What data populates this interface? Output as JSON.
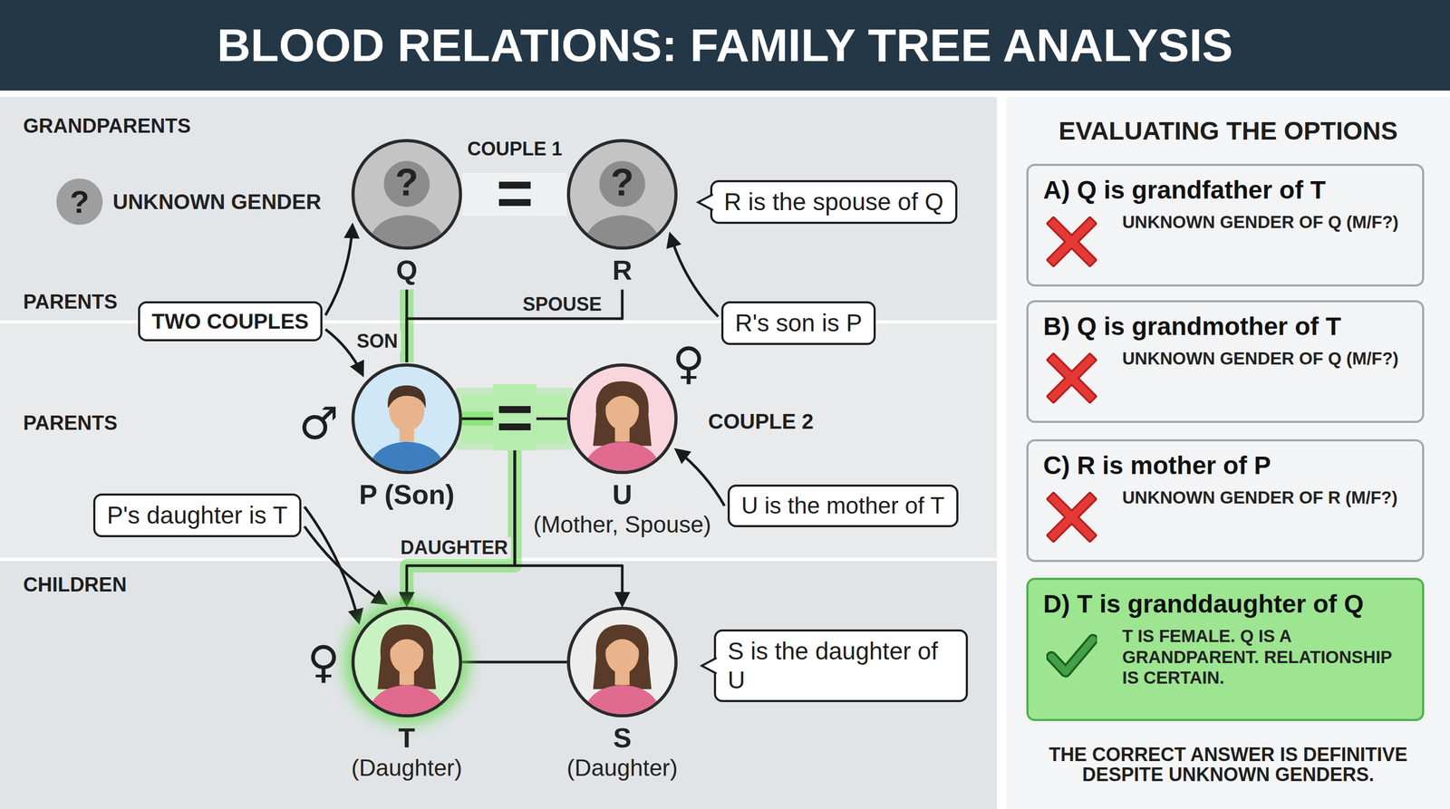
{
  "diagram": {
    "title": "BLOOD RELATIONS: FAMILY TREE ANALYSIS",
    "nodes": [
      {
        "text": [
          "?",
          "Q"
        ]
      },
      {
        "text": [
          "?",
          "R"
        ]
      },
      {
        "text": [
          "R is the spouse of Q"
        ]
      },
      {
        "text": [
          "TWO COUPLES"
        ]
      },
      {
        "text": [
          "R's son is P"
        ]
      },
      {
        "text": [
          "P (Son)"
        ]
      },
      {
        "text": [
          "U",
          "(Mother, Spouse)"
        ]
      },
      {
        "text": [
          "P's daughter is T"
        ]
      },
      {
        "text": [
          "U is the mother of T"
        ]
      },
      {
        "text": [
          "T",
          "(Daughter)"
        ]
      },
      {
        "text": [
          "S",
          "(Daughter)"
        ]
      },
      {
        "text": [
          "S is the daughter of U"
        ]
      },
      {
        "text": [
          "A) Q is grandfather of T",
          "UNKNOWN GENDER OF Q (M/F?)"
        ]
      },
      {
        "text": [
          "B) Q is grandmother of T",
          "UNKNOWN GENDER OF Q (M/F?)"
        ]
      },
      {
        "text": [
          "C) R is mother of P",
          "UNKNOWN GENDER OF R (M/F?)"
        ]
      },
      {
        "text": [
          "D) T is granddaughter of Q",
          "T IS FEMALE. Q IS A GRANDPARENT. RELATIONSHIP IS CERTAIN."
        ]
      }
    ],
    "edges": [
      {
        "from": 0,
        "to": 5,
        "arrow": "none",
        "label": "SON"
      },
      {
        "from": 1,
        "to": 5,
        "arrow": "none",
        "label": "SPOUSE"
      },
      {
        "from": 3,
        "to": 0,
        "arrow": "to"
      },
      {
        "from": 3,
        "to": 5,
        "arrow": "to"
      },
      {
        "from": 4,
        "to": 1,
        "arrow": "to"
      },
      {
        "from": 5,
        "to": 9,
        "arrow": "to",
        "label": "DAUGHTER"
      },
      {
        "from": 6,
        "to": 10,
        "arrow": "to"
      },
      {
        "from": 9,
        "to": 10,
        "arrow": "none"
      },
      {
        "from": 7,
        "to": 9,
        "arrow": "to"
      },
      {
        "from": 7,
        "to": 9,
        "arrow": "to"
      },
      {
        "from": 8,
        "to": 6,
        "arrow": "to"
      }
    ],
    "labels": [
      "GRANDPARENTS",
      "PARENTS",
      "PARENTS",
      "CHILDREN",
      "?",
      "COUPLE 1",
      "=",
      "=",
      "COUPLE 2",
      "♂",
      "♀",
      "♀",
      "EVALUATING THE OPTIONS",
      "THE CORRECT ANSWER IS DEFINITIVE DESPITE UNKNOWN GENDERS."
    ],
    "legend": [
      {
        "text": "UNKNOWN GENDER",
        "color": "#9e9e9e"
      }
    ]
  }
}
